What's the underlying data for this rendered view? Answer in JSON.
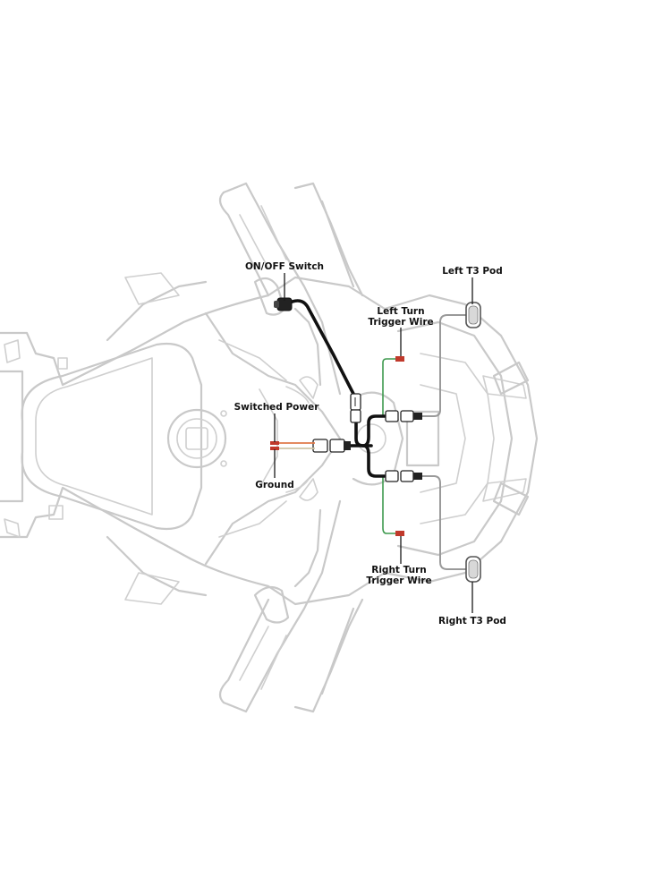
{
  "labels": {
    "on_off_switch": "ON/OFF Switch",
    "left_t3_pod": "Left T3 Pod",
    "left_turn_line1": "Left Turn",
    "left_turn_line2": "Trigger Wire",
    "switched_power": "Switched Power",
    "ground": "Ground",
    "right_turn_line1": "Right Turn",
    "right_turn_line2": "Trigger Wire",
    "right_t3_pod": "Right T3 Pod"
  },
  "colors": {
    "outline": "#c9c9c9",
    "harness": "#111111",
    "trigger_wire": "#3f9a4f",
    "power_wire": "#e07a4a",
    "ground_wire": "#cfc6a8",
    "terminal": "#c0392b",
    "pod_wire": "#9a9a9a"
  }
}
